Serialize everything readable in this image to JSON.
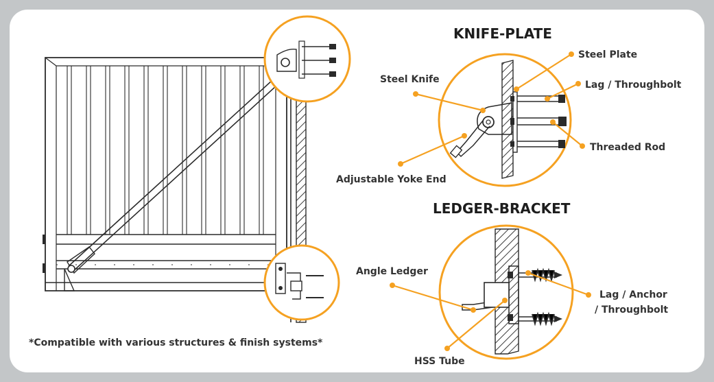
{
  "titles": {
    "knife_plate": "KNIFE-PLATE",
    "ledger_bracket": "LEDGER-BRACKET"
  },
  "labels": {
    "steel_plate": "Steel Plate",
    "steel_knife": "Steel Knife",
    "lag_throughbolt": "Lag / Throughbolt",
    "threaded_rod": "Threaded Rod",
    "adjustable_yoke_end": "Adjustable Yoke End",
    "angle_ledger": "Angle Ledger",
    "lag_anchor_line1": "Lag / Anchor",
    "lag_anchor_line2": "/ Throughbolt",
    "hss_tube": "HSS Tube"
  },
  "footnote": "*Compatible with various structures & finish systems*",
  "colors": {
    "accent": "#f5a121",
    "background": "#c3c6c8",
    "card": "#ffffff",
    "line": "#2a2a2a"
  }
}
